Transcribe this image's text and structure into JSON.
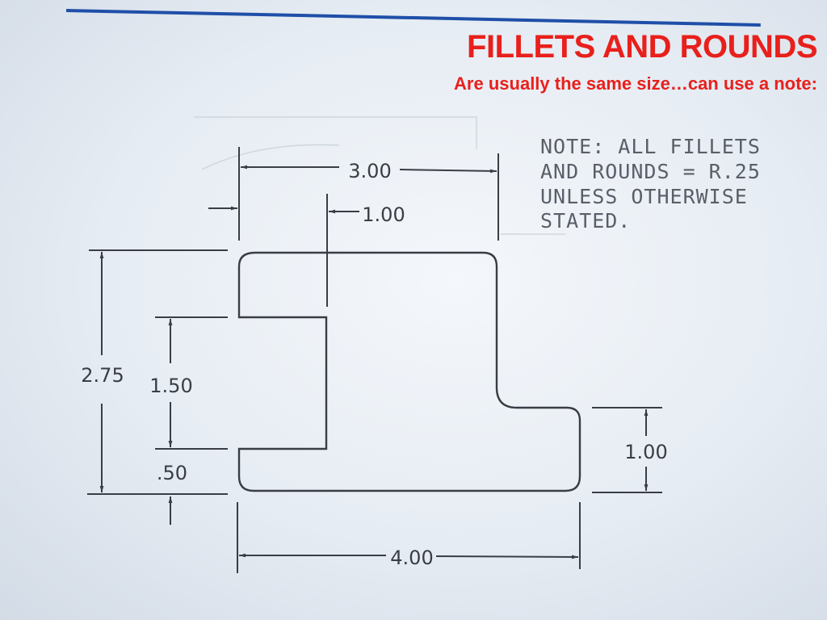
{
  "slide": {
    "title": "FILLETS AND ROUNDS",
    "subtitle": "Are usually the same size…can use a note:"
  },
  "note": {
    "lines": [
      "NOTE: ALL FILLETS",
      "AND ROUNDS = R.25",
      "UNLESS OTHERWISE",
      "STATED."
    ]
  },
  "dimensions": {
    "top_width": "3.00",
    "stem_width": "1.00",
    "overall_height": "2.75",
    "slot_height": "1.50",
    "bottom_thickness": ".50",
    "right_foot_height": "1.00",
    "bottom_width": "4.00"
  },
  "colors": {
    "title": "#e8201c",
    "rule": "#1f4fa8",
    "ink": "#3a3d45"
  }
}
